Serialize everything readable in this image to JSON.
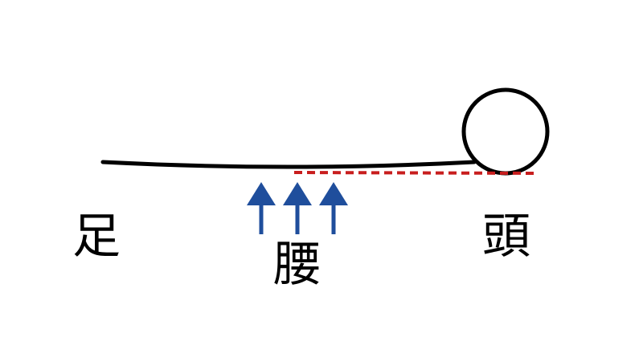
{
  "labels": {
    "feet": "足",
    "waist": "腰",
    "head": "頭"
  },
  "colors": {
    "body_line": "#000000",
    "reference_line": "#c81e1e",
    "arrows": "#1f4e9c"
  },
  "arrow_count": 3
}
